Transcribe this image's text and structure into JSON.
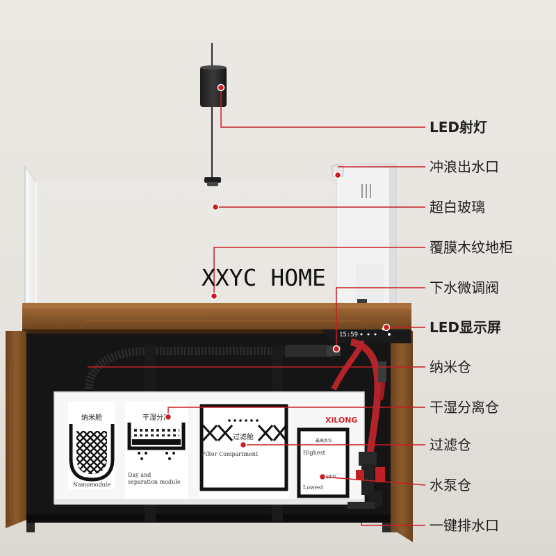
{
  "watermark": "XXYC HOME",
  "brand_logo": "XiLONG",
  "display_readout": "15:59",
  "callouts": [
    {
      "label": "LED射灯"
    },
    {
      "label": "冲浪出水口"
    },
    {
      "label": "超白玻璃"
    },
    {
      "label": "覆膜木纹地柜"
    },
    {
      "label": "下水微调阀"
    },
    {
      "label": "LED显示屏"
    },
    {
      "label": "纳米仓"
    },
    {
      "label": "干湿分离仓"
    },
    {
      "label": "过滤仓"
    },
    {
      "label": "水泵仓"
    },
    {
      "label": "一键排水口"
    }
  ],
  "compartments": {
    "nano": {
      "title": "纳米舱",
      "caption": "Namomodule"
    },
    "drywet": {
      "title": "干湿分离",
      "caption_line1": "Day and",
      "caption_line2": "separation module"
    },
    "filter": {
      "title": "过滤舱",
      "caption": "Filter Compartment"
    },
    "pump": {
      "highest_cn": "最高水位",
      "highest_en": "Highest",
      "lowest_cn": "最低水位",
      "lowest_en": "Lowest"
    }
  },
  "colors": {
    "leader_line": "#c81e24",
    "wood": "#8a5a2b",
    "cabinet_inner": "#151515",
    "brand_red": "#d0262b"
  }
}
